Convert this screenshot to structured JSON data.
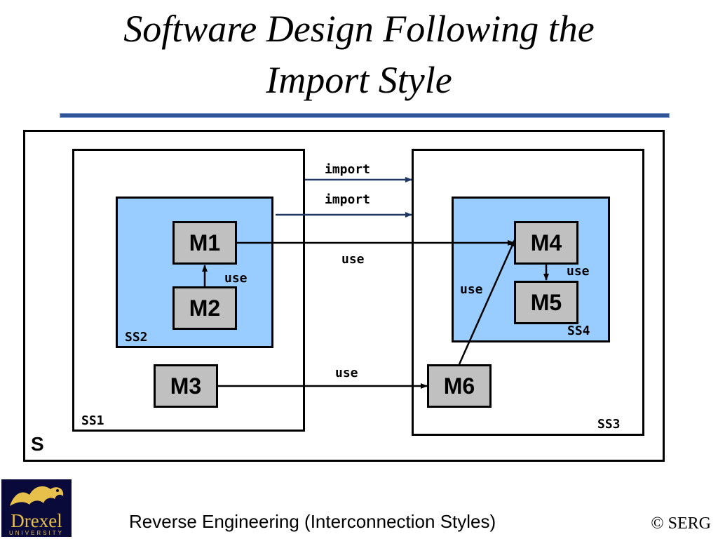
{
  "title": {
    "line1": "Software Design Following the",
    "line2": "Import Style"
  },
  "diagram": {
    "system_label": "S",
    "subsystems": {
      "ss1": "SS1",
      "ss2": "SS2",
      "ss3": "SS3",
      "ss4": "SS4"
    },
    "modules": {
      "m1": "M1",
      "m2": "M2",
      "m3": "M3",
      "m4": "M4",
      "m5": "M5",
      "m6": "M6"
    },
    "edges": {
      "import_top": "import",
      "import_second": "import",
      "m1_m4": "use",
      "m2_m1": "use",
      "m3_m6": "use",
      "m4_m5": "use",
      "m6_m4": "use"
    },
    "colors": {
      "subsystem_fill": "#99ccff",
      "module_fill": "#c0c0c0",
      "import_arrow": "#1f3864",
      "title_rule": "#2f5597"
    }
  },
  "footer": {
    "text": "Reverse Engineering (Interconnection Styles)",
    "copyright": "© SERG"
  },
  "logo": {
    "name": "Drexel",
    "subtext": "UNIVERSITY"
  }
}
